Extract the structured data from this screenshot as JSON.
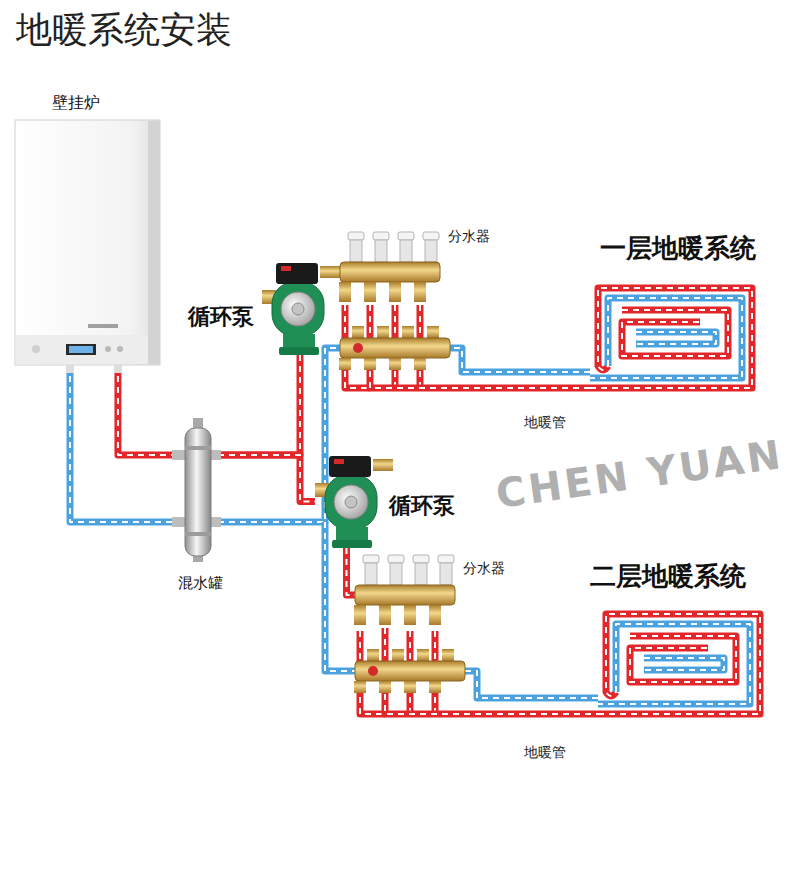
{
  "diagram": {
    "title": "地暖系统安装",
    "nodes": [
      {
        "text": [
          "壁挂炉"
        ]
      },
      {
        "text": [
          "分水器"
        ]
      },
      {
        "text": [
          "一层地暖系统"
        ]
      },
      {
        "text": [
          "循环泵"
        ]
      },
      {
        "text": [
          "混水罐"
        ]
      },
      {
        "text": [
          "循环泵"
        ]
      },
      {
        "text": [
          "分水器"
        ]
      },
      {
        "text": [
          "二层地暖系统"
        ]
      }
    ],
    "edges": [
      {
        "from": 0,
        "to": 4,
        "arrow": "none"
      },
      {
        "from": 4,
        "to": 3,
        "arrow": "none"
      },
      {
        "from": 4,
        "to": 5,
        "arrow": "none"
      },
      {
        "from": 3,
        "to": 1,
        "arrow": "none"
      },
      {
        "from": 5,
        "to": 6,
        "arrow": "none"
      },
      {
        "from": 1,
        "to": 2,
        "arrow": "none"
      },
      {
        "from": 6,
        "to": 7,
        "arrow": "none"
      }
    ],
    "labels": [
      "地暖管",
      "CHEN YUAN",
      "地暖管"
    ]
  }
}
